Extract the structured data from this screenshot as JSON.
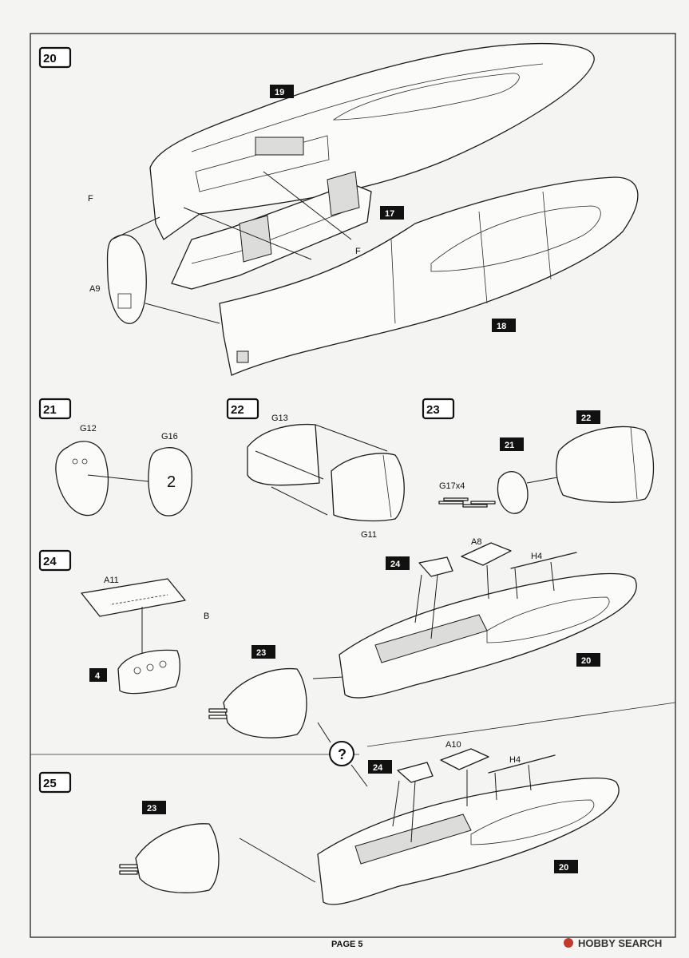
{
  "page": {
    "label": "PAGE 5"
  },
  "watermark": {
    "text": "HOBBY SEARCH",
    "icon": "hobby-search-logo-icon"
  },
  "steps": {
    "s20": {
      "number": "20"
    },
    "s21": {
      "number": "21"
    },
    "s22": {
      "number": "22"
    },
    "s23": {
      "number": "23"
    },
    "s24": {
      "number": "24"
    },
    "s25": {
      "number": "25"
    }
  },
  "sub_refs": {
    "r19": "19",
    "r17": "17",
    "r18": "18",
    "r21": "21",
    "r22": "22",
    "r24a": "24",
    "r4": "4",
    "r23a": "23",
    "r20a": "20",
    "r24b": "24",
    "r23b": "23",
    "r20b": "20"
  },
  "parts": {
    "f1": "F",
    "f2": "F",
    "a9": "A9",
    "g12": "G12",
    "g16": "G16",
    "g16_digit": "2",
    "g13": "G13",
    "g11": "G11",
    "g17": "G17x4",
    "a8": "A8",
    "h4a": "H4",
    "a11": "A11",
    "b": "B",
    "a10": "A10",
    "h4b": "H4"
  },
  "question": "?"
}
